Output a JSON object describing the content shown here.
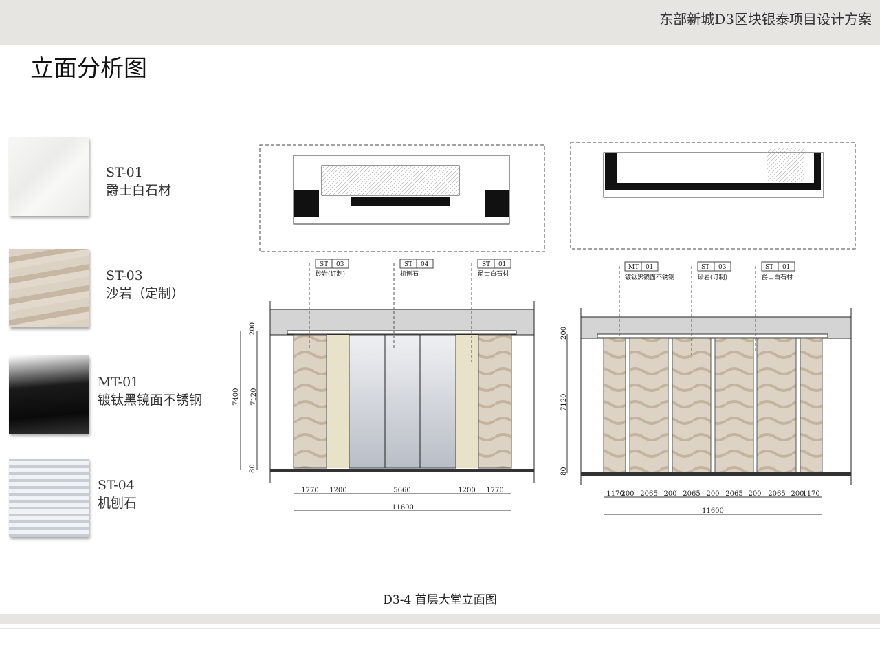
{
  "header": {
    "project_title": "东部新城D3区块银泰项目设计方案",
    "page_title": "立面分析图"
  },
  "materials": [
    {
      "code": "ST-01",
      "name": "爵士白石材"
    },
    {
      "code": "ST-03",
      "name": "沙岩（定制）"
    },
    {
      "code": "MT-01",
      "name": "镀钛黑镜面不锈钢"
    },
    {
      "code": "ST-04",
      "name": "机刨石"
    }
  ],
  "elevation_left": {
    "tags": [
      {
        "a": "ST",
        "b": "03",
        "name": "砂岩(订制)"
      },
      {
        "a": "ST",
        "b": "04",
        "name": "机刨石"
      },
      {
        "a": "ST",
        "b": "01",
        "name": "爵士白石材"
      }
    ],
    "vertical_dims": [
      "200",
      "7120",
      "80",
      "7400"
    ],
    "dims": [
      "1770",
      "1200",
      "5660",
      "1200",
      "1770"
    ],
    "total": "11600"
  },
  "elevation_right": {
    "tags": [
      {
        "a": "MT",
        "b": "01",
        "name": "镀钛黑镜面不锈钢"
      },
      {
        "a": "ST",
        "b": "03",
        "name": "砂岩(订制)"
      },
      {
        "a": "ST",
        "b": "01",
        "name": "爵士白石材"
      }
    ],
    "vertical_dims": [
      "200",
      "7120",
      "80"
    ],
    "dims": [
      "1170",
      "200",
      "2065",
      "200",
      "2065",
      "200",
      "2065",
      "200",
      "2065",
      "200",
      "1170"
    ],
    "total": "11600"
  },
  "caption": "D3-4  首层大堂立面图"
}
